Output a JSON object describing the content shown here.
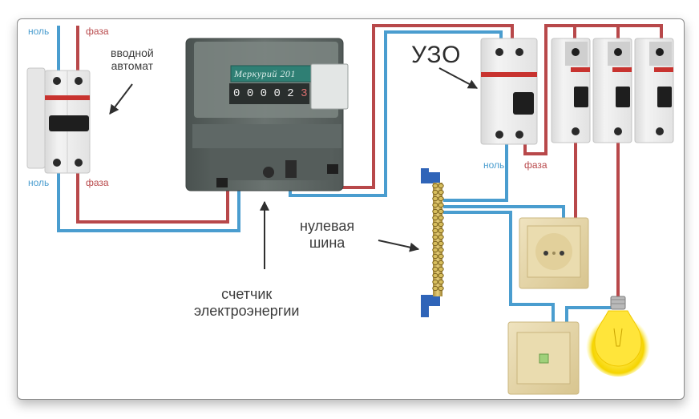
{
  "diagram": {
    "title": "Electrical wiring scheme: input breaker, energy meter, RCD, circuit breakers, neutral bus, socket, switch, lamp",
    "colors": {
      "neutral_wire": "#4a9dcf",
      "phase_wire": "#b8484a",
      "text_dark": "#3c3c3c",
      "card_border": "#8a8a8a"
    },
    "labels": {
      "input_neutral_top": "ноль",
      "input_phase_top": "фаза",
      "input_neutral_bottom": "ноль",
      "input_phase_bottom": "фаза",
      "input_breaker": "вводной\nавтомат",
      "uzo": "УЗО",
      "uzo_neutral": "ноль",
      "uzo_phase": "фаза",
      "neutral_bus": "нулевая\nшина",
      "meter": "счетчик\nэлектроэнергии"
    },
    "components": {
      "meter": {
        "brand": "Меркурий 201",
        "reading_digits": [
          "0",
          "0",
          "0",
          "0",
          "2",
          "3"
        ]
      },
      "input_breaker": {
        "poles": 2
      },
      "rcd": {
        "poles": 2
      },
      "circuit_breakers": {
        "count": 3
      },
      "socket": {
        "type": "schuko"
      },
      "switch": {
        "indicator": "green"
      },
      "lamp": {
        "state": "on"
      }
    }
  }
}
